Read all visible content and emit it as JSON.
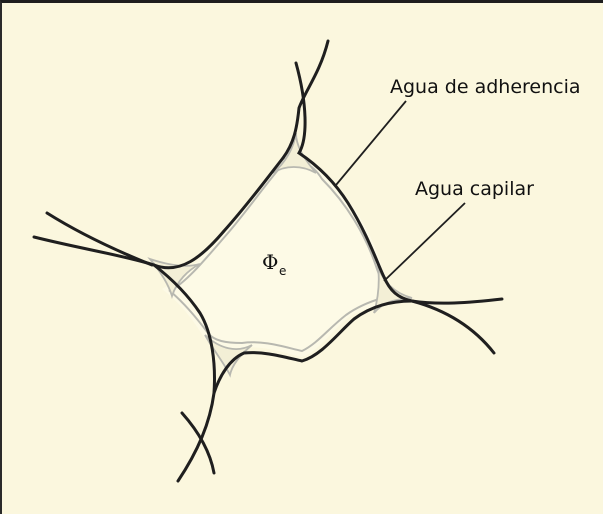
{
  "diagram": {
    "labels": {
      "adhesion_water": "Agua de adherencia",
      "capillary_water": "Agua capilar",
      "porosity_symbol": "Φ",
      "porosity_subscript": "e"
    },
    "colors": {
      "background": "#fbf7de",
      "grain_outline": "#1f1f1f",
      "water_film": "#b8b8b0",
      "pore_fill": "#fdfae6"
    }
  }
}
